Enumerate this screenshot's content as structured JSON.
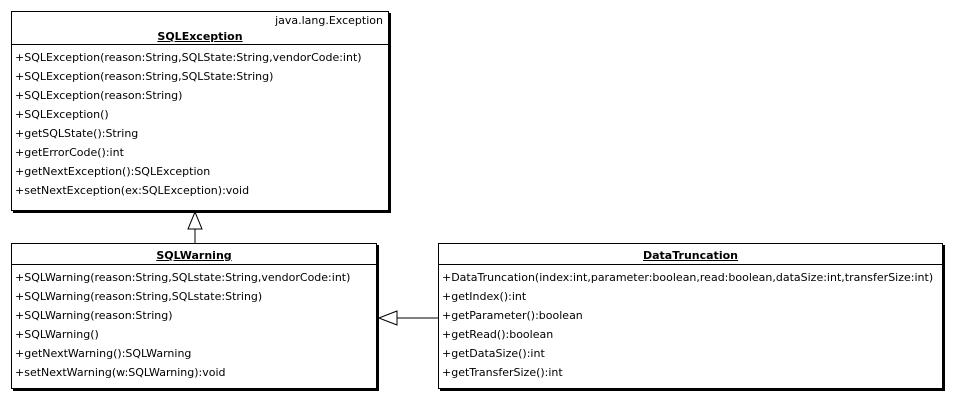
{
  "classes": {
    "sql_exception": {
      "stereotype": "java.lang.Exception",
      "name": "SQLException",
      "members": [
        "+SQLException(reason:String,SQLState:String,vendorCode:int)",
        "+SQLException(reason:String,SQLState:String)",
        "+SQLException(reason:String)",
        "+SQLException()",
        "+getSQLState():String",
        "+getErrorCode():int",
        "+getNextException():SQLException",
        "+setNextException(ex:SQLException):void"
      ]
    },
    "sql_warning": {
      "name": "SQLWarning",
      "members": [
        "+SQLWarning(reason:String,SQLstate:String,vendorCode:int)",
        "+SQLWarning(reason:String,SQLstate:String)",
        "+SQLWarning(reason:String)",
        "+SQLWarning()",
        "+getNextWarning():SQLWarning",
        "+setNextWarning(w:SQLWarning):void"
      ]
    },
    "data_truncation": {
      "name": "DataTruncation",
      "members": [
        "+DataTruncation(index:int,parameter:boolean,read:boolean,dataSize:int,transferSize:int)",
        "+getIndex():int",
        "+getParameter():boolean",
        "+getRead():boolean",
        "+getDataSize():int",
        "+getTransferSize():int"
      ]
    }
  },
  "relationships": [
    {
      "type": "generalization",
      "from": "SQLWarning",
      "to": "SQLException"
    },
    {
      "type": "generalization",
      "from": "DataTruncation",
      "to": "SQLWarning"
    }
  ]
}
